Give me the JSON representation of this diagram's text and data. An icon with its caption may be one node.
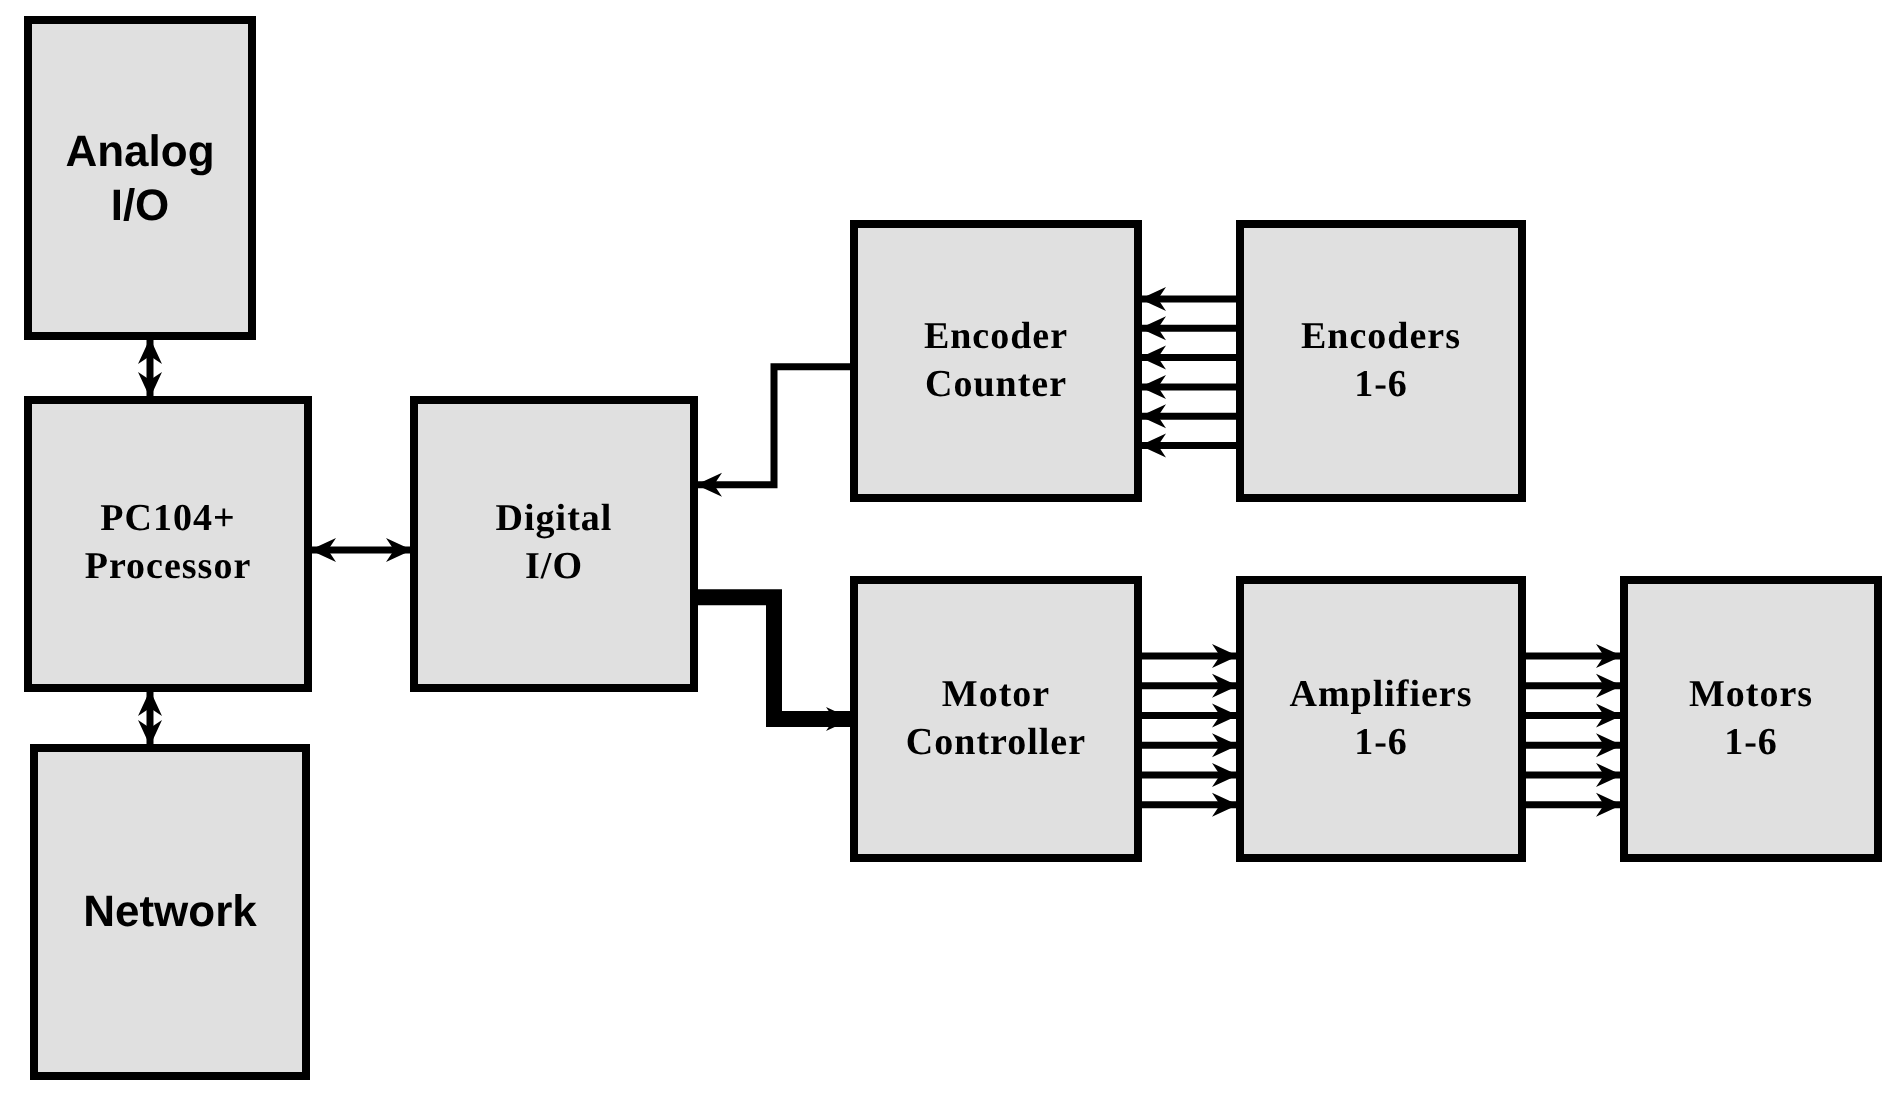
{
  "diagram": {
    "nodes": [
      {
        "text": [
          "Analog I/O"
        ]
      },
      {
        "text": [
          "PC104+ Processor"
        ]
      },
      {
        "text": [
          "Network"
        ]
      },
      {
        "text": [
          "Digital I/O"
        ]
      },
      {
        "text": [
          "Encoder Counter"
        ]
      },
      {
        "text": [
          "Encoders 1-6"
        ]
      },
      {
        "text": [
          "Motor Controller"
        ]
      },
      {
        "text": [
          "Amplifiers 1-6"
        ]
      },
      {
        "text": [
          "Motors 1-6"
        ]
      }
    ],
    "edges": [
      {
        "from": 0,
        "to": 1,
        "arrow": "both"
      },
      {
        "from": 1,
        "to": 3,
        "arrow": "both"
      },
      {
        "from": 1,
        "to": 2,
        "arrow": "both"
      },
      {
        "from": 4,
        "to": 3,
        "arrow": "to"
      },
      {
        "from": 3,
        "to": 6,
        "arrow": "to",
        "style": "thick"
      },
      {
        "from": 5,
        "to": 4,
        "arrow": "to"
      },
      {
        "from": 5,
        "to": 4,
        "arrow": "to"
      },
      {
        "from": 5,
        "to": 4,
        "arrow": "to"
      },
      {
        "from": 5,
        "to": 4,
        "arrow": "to"
      },
      {
        "from": 5,
        "to": 4,
        "arrow": "to"
      },
      {
        "from": 5,
        "to": 4,
        "arrow": "to"
      },
      {
        "from": 6,
        "to": 7,
        "arrow": "to"
      },
      {
        "from": 6,
        "to": 7,
        "arrow": "to"
      },
      {
        "from": 6,
        "to": 7,
        "arrow": "to"
      },
      {
        "from": 6,
        "to": 7,
        "arrow": "to"
      },
      {
        "from": 6,
        "to": 7,
        "arrow": "to"
      },
      {
        "from": 6,
        "to": 7,
        "arrow": "to"
      },
      {
        "from": 7,
        "to": 8,
        "arrow": "to"
      },
      {
        "from": 7,
        "to": 8,
        "arrow": "to"
      },
      {
        "from": 7,
        "to": 8,
        "arrow": "to"
      },
      {
        "from": 7,
        "to": 8,
        "arrow": "to"
      },
      {
        "from": 7,
        "to": 8,
        "arrow": "to"
      },
      {
        "from": 7,
        "to": 8,
        "arrow": "to"
      }
    ]
  }
}
